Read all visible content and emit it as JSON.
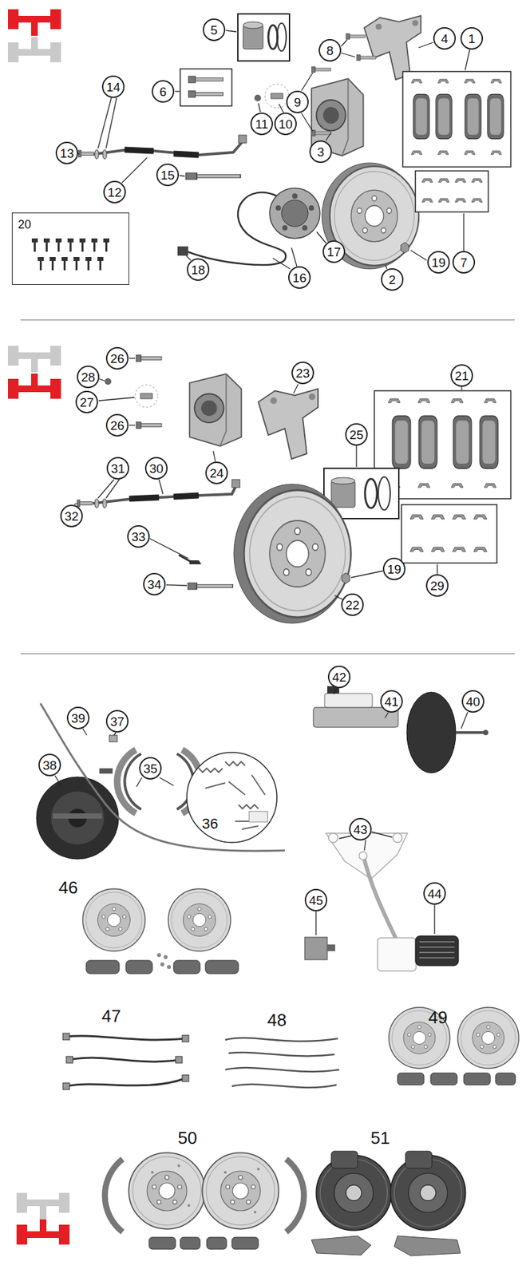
{
  "diagram": {
    "nodes": [
      {
        "text": [
          "5"
        ]
      },
      {
        "text": [
          "4"
        ]
      },
      {
        "text": [
          "1"
        ]
      },
      {
        "text": [
          "8"
        ]
      },
      {
        "text": [
          "14"
        ]
      },
      {
        "text": [
          "6"
        ]
      },
      {
        "text": [
          "9"
        ]
      },
      {
        "text": [
          "11"
        ]
      },
      {
        "text": [
          "10"
        ]
      },
      {
        "text": [
          "3"
        ]
      },
      {
        "text": [
          "13"
        ]
      },
      {
        "text": [
          "15"
        ]
      },
      {
        "text": [
          "12"
        ]
      },
      {
        "text": [
          "20"
        ]
      },
      {
        "text": [
          "17"
        ]
      },
      {
        "text": [
          "19"
        ]
      },
      {
        "text": [
          "7"
        ]
      },
      {
        "text": [
          "18"
        ]
      },
      {
        "text": [
          "16"
        ]
      },
      {
        "text": [
          "2"
        ]
      },
      {
        "text": [
          "26"
        ]
      },
      {
        "text": [
          "23"
        ]
      },
      {
        "text": [
          "21"
        ]
      },
      {
        "text": [
          "28"
        ]
      },
      {
        "text": [
          "27"
        ]
      },
      {
        "text": [
          "26"
        ]
      },
      {
        "text": [
          "25"
        ]
      },
      {
        "text": [
          "31"
        ]
      },
      {
        "text": [
          "30"
        ]
      },
      {
        "text": [
          "24"
        ]
      },
      {
        "text": [
          "32"
        ]
      },
      {
        "text": [
          "33"
        ]
      },
      {
        "text": [
          "19"
        ]
      },
      {
        "text": [
          "34"
        ]
      },
      {
        "text": [
          "29"
        ]
      },
      {
        "text": [
          "22"
        ]
      },
      {
        "text": [
          "42"
        ]
      },
      {
        "text": [
          "41"
        ]
      },
      {
        "text": [
          "40"
        ]
      },
      {
        "text": [
          "39"
        ]
      },
      {
        "text": [
          "37"
        ]
      },
      {
        "text": [
          "38"
        ]
      },
      {
        "text": [
          "35"
        ]
      },
      {
        "text": [
          "43"
        ]
      },
      {
        "text": [
          "44"
        ]
      },
      {
        "text": [
          "45"
        ]
      }
    ],
    "labels": [
      "36",
      "46",
      "47",
      "48",
      "49",
      "50",
      "51"
    ]
  }
}
